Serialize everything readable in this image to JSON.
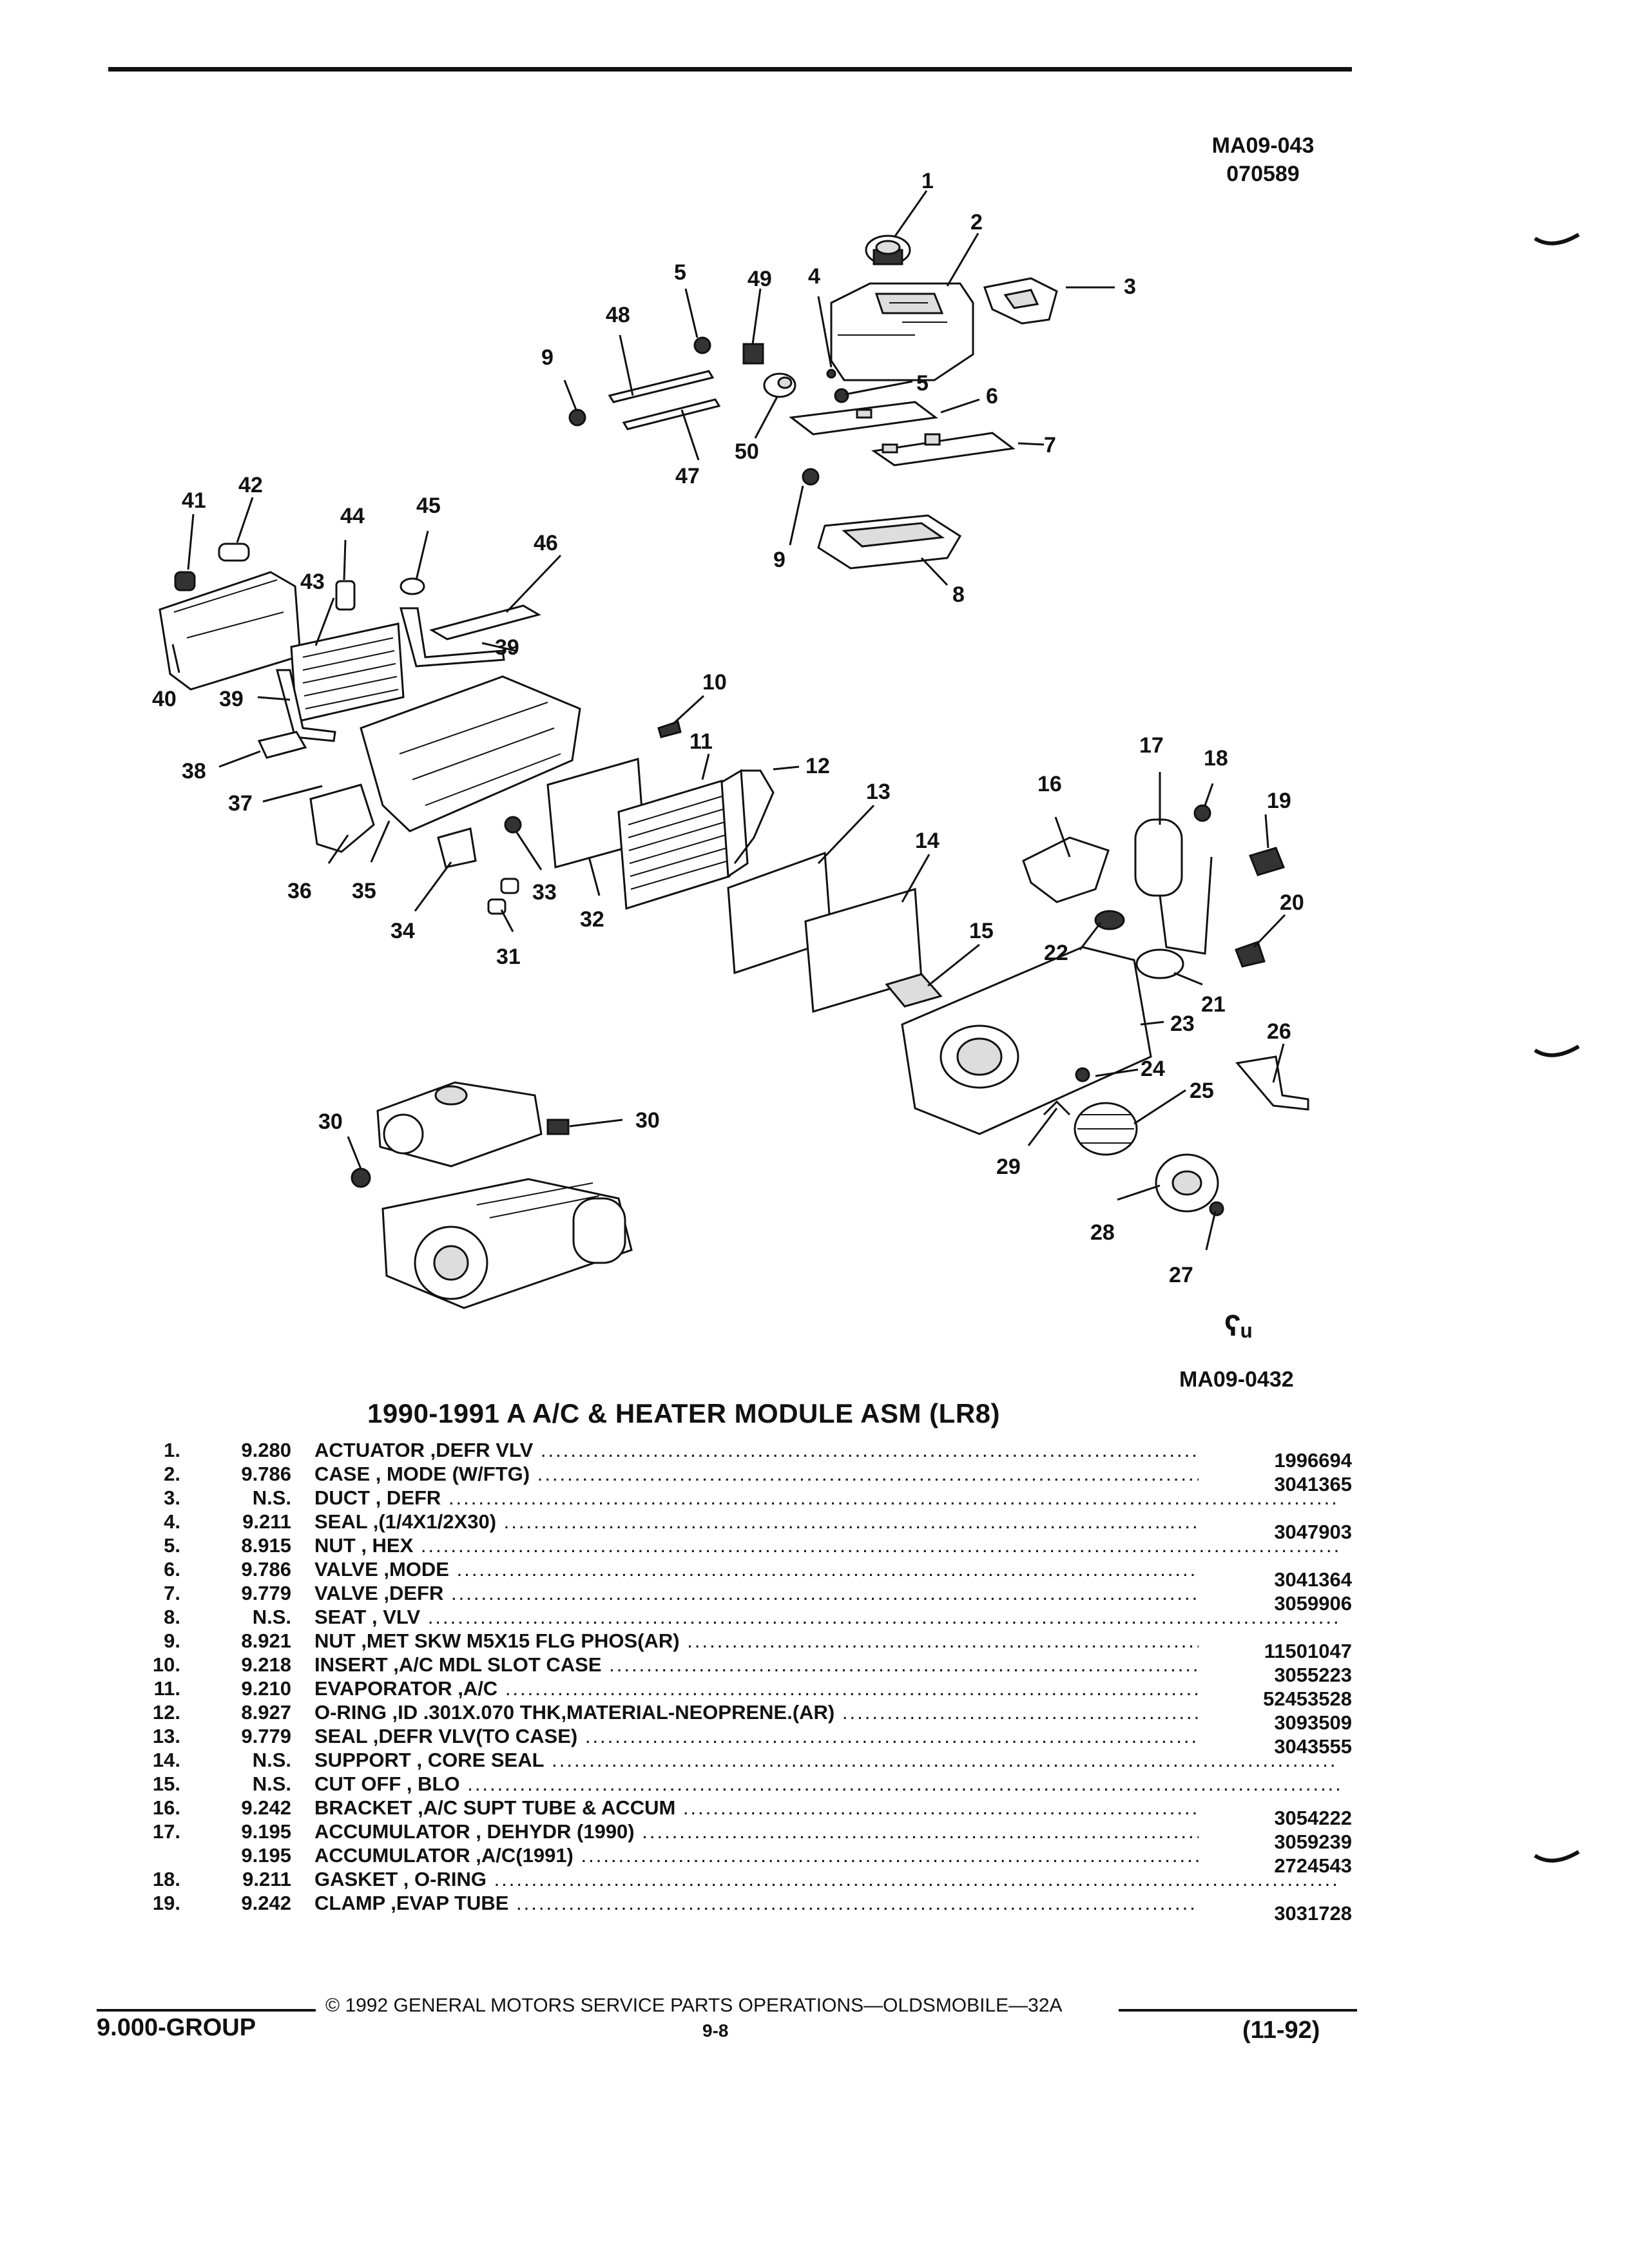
{
  "figure": {
    "code_top": "MA09-043",
    "code_sub": "070589",
    "code_bottom": "MA09-0432",
    "logo": "ʕᵤ"
  },
  "callouts": [
    "1",
    "2",
    "3",
    "4",
    "5",
    "5",
    "6",
    "7",
    "8",
    "9",
    "9",
    "10",
    "11",
    "12",
    "13",
    "14",
    "15",
    "16",
    "17",
    "18",
    "19",
    "20",
    "21",
    "22",
    "23",
    "24",
    "25",
    "26",
    "27",
    "28",
    "29",
    "30",
    "30",
    "31",
    "32",
    "33",
    "34",
    "35",
    "36",
    "37",
    "38",
    "39",
    "39",
    "40",
    "41",
    "42",
    "43",
    "44",
    "45",
    "46",
    "47",
    "48",
    "49",
    "50"
  ],
  "title": "1990-1991 A A/C & HEATER MODULE ASM (LR8)",
  "parts": [
    {
      "num": "1.",
      "ref": "9.280",
      "desc": "ACTUATOR ,DEFR VLV",
      "pno": "1996694"
    },
    {
      "num": "2.",
      "ref": "9.786",
      "desc": "CASE , MODE (W/FTG)",
      "pno": "3041365"
    },
    {
      "num": "3.",
      "ref": "N.S.",
      "desc": "DUCT , DEFR",
      "pno": ""
    },
    {
      "num": "4.",
      "ref": "9.211",
      "desc": "SEAL ,(1/4X1/2X30)",
      "pno": "3047903"
    },
    {
      "num": "5.",
      "ref": "8.915",
      "desc": "NUT , HEX",
      "pno": ""
    },
    {
      "num": "6.",
      "ref": "9.786",
      "desc": "VALVE ,MODE",
      "pno": "3041364"
    },
    {
      "num": "7.",
      "ref": "9.779",
      "desc": "VALVE ,DEFR",
      "pno": "3059906"
    },
    {
      "num": "8.",
      "ref": "N.S.",
      "desc": "SEAT , VLV",
      "pno": ""
    },
    {
      "num": "9.",
      "ref": "8.921",
      "desc": "NUT ,MET SKW M5X15 FLG PHOS(AR)",
      "pno": "11501047"
    },
    {
      "num": "10.",
      "ref": "9.218",
      "desc": "INSERT ,A/C MDL SLOT CASE",
      "pno": "3055223"
    },
    {
      "num": "11.",
      "ref": "9.210",
      "desc": "EVAPORATOR ,A/C",
      "pno": "52453528"
    },
    {
      "num": "12.",
      "ref": "8.927",
      "desc": "O-RING ,ID .301X.070 THK,MATERIAL-NEOPRENE.(AR)",
      "pno": "3093509"
    },
    {
      "num": "13.",
      "ref": "9.779",
      "desc": "SEAL ,DEFR VLV(TO CASE)",
      "pno": "3043555"
    },
    {
      "num": "14.",
      "ref": "N.S.",
      "desc": "SUPPORT , CORE SEAL",
      "pno": ""
    },
    {
      "num": "15.",
      "ref": "N.S.",
      "desc": "CUT OFF , BLO",
      "pno": ""
    },
    {
      "num": "16.",
      "ref": "9.242",
      "desc": "BRACKET ,A/C SUPT TUBE & ACCUM",
      "pno": "3054222"
    },
    {
      "num": "17.",
      "ref": "9.195",
      "desc": "ACCUMULATOR , DEHYDR (1990)",
      "pno": "3059239"
    },
    {
      "num": "",
      "ref": "9.195",
      "desc": "ACCUMULATOR ,A/C(1991)",
      "pno": "2724543"
    },
    {
      "num": "18.",
      "ref": "9.211",
      "desc": "GASKET , O-RING",
      "pno": ""
    },
    {
      "num": "19.",
      "ref": "9.242",
      "desc": "CLAMP ,EVAP TUBE",
      "pno": "3031728"
    }
  ],
  "footer": {
    "group": "9.000-GROUP",
    "copyright": "© 1992 GENERAL MOTORS SERVICE PARTS OPERATIONS—OLDSMOBILE—32A",
    "page": "9-8",
    "revision": "(11-92)"
  }
}
